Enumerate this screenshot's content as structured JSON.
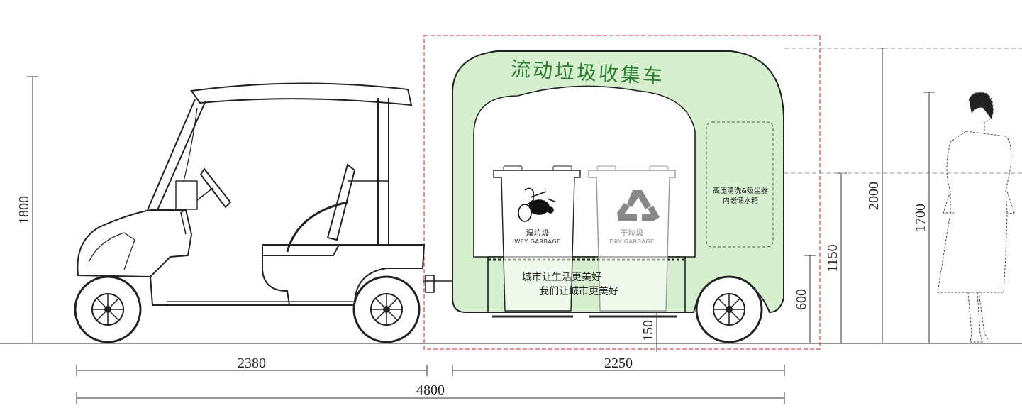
{
  "trailer": {
    "title": "流动垃圾收集车",
    "slogan_line1": "城市让生活更美好",
    "slogan_line2": "我们让城市更美好",
    "tank_label_line1": "高压清洗&吸尘器",
    "tank_label_line2": "内嵌储水箱",
    "body_color": "#d6f0cf",
    "title_color": "#2e7d32"
  },
  "bins": {
    "wet": {
      "label_cn": "湿垃圾",
      "label_en": "WEY GARBAGE"
    },
    "dry": {
      "label_cn": "干垃圾",
      "label_en": "DRY GARBAGE"
    }
  },
  "dimensions": {
    "cart_length": "2380",
    "trailer_length": "2250",
    "total_length": "4800",
    "cart_height": "1800",
    "trailer_height": "2000",
    "person_height": "1700",
    "door_height": "1150",
    "floor_height": "600",
    "ground_clearance": "150"
  }
}
